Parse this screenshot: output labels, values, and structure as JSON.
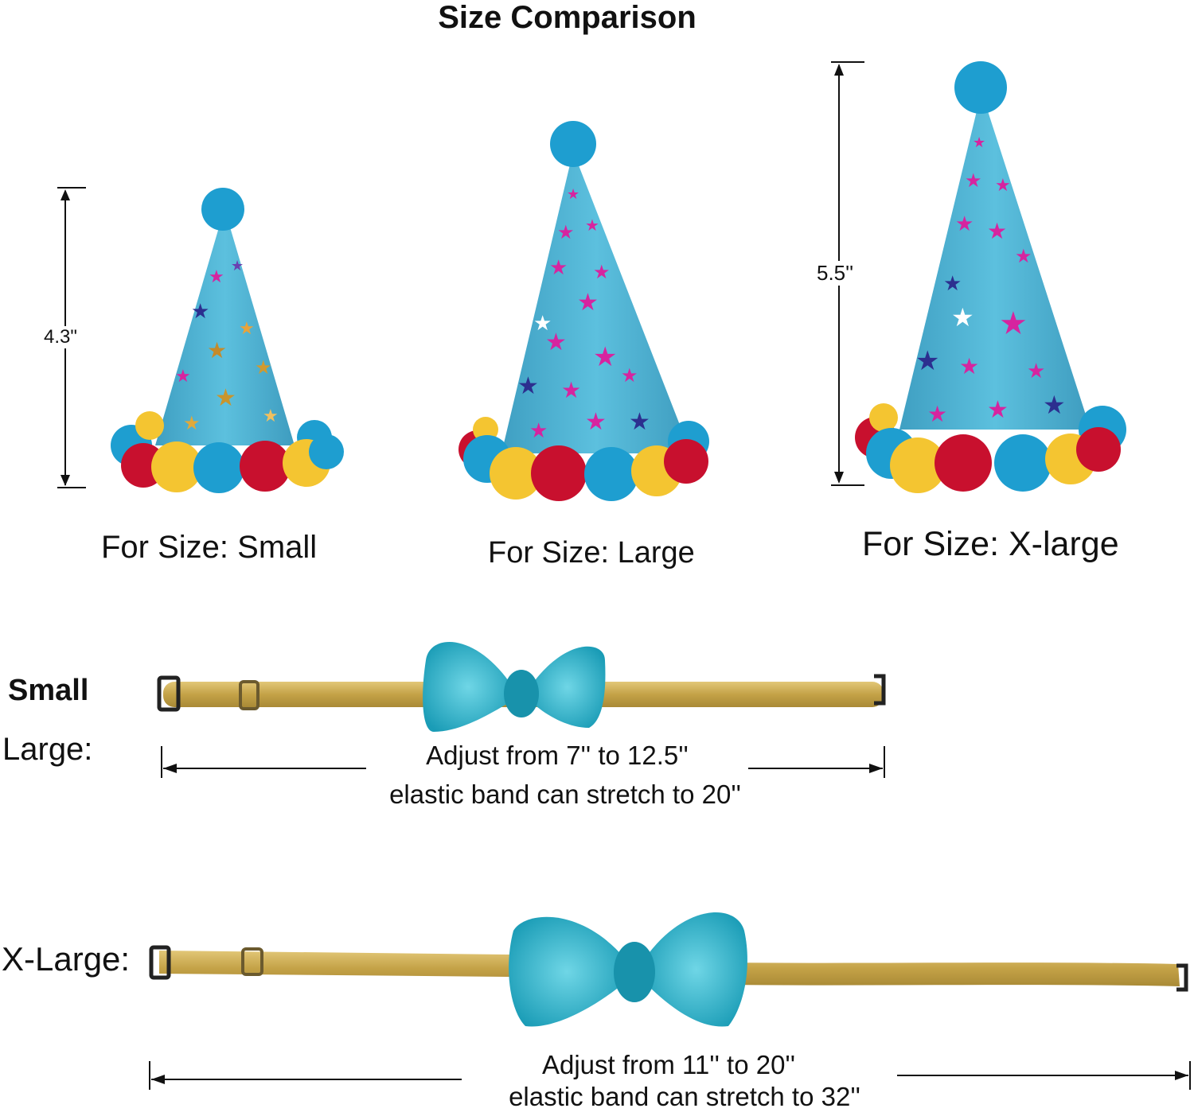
{
  "title": "Size Comparison",
  "hats": [
    {
      "label": "For Size: Small",
      "height": "4.3\""
    },
    {
      "label": "For Size: Large",
      "height": ""
    },
    {
      "label": "For Size: X-large",
      "height": "5.5''"
    }
  ],
  "collars": {
    "small_label": "Small",
    "large_label": "Large:",
    "xlarge_label": "X-Large:",
    "small_adjust": "Adjust from 7'' to 12.5''",
    "small_stretch": "elastic band can stretch to 20''",
    "xlarge_adjust": "Adjust from 11'' to 20''",
    "xlarge_stretch": "elastic band can stretch to 32''"
  },
  "colors": {
    "hat": "#4fb3d4",
    "pompom_blue": "#1e9ed0",
    "pompom_red": "#c8102e",
    "pompom_yellow": "#f4c531",
    "star_pink": "#d6249f",
    "band_gold": "#c9a84a",
    "bow_teal": "#27b3c9"
  }
}
